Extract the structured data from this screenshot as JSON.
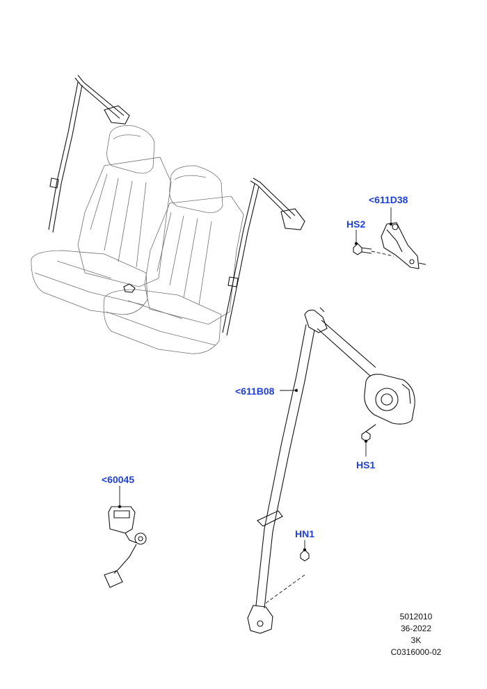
{
  "callouts": {
    "p611d38": "<611D38",
    "hs2": "HS2",
    "p611b08": "<611B08",
    "hs1": "HS1",
    "p60045": "<60045",
    "hn1": "HN1"
  },
  "meta": {
    "line1": "5012010",
    "line2": "36-2022",
    "line3": "3K",
    "line4": "C0316000-02"
  },
  "colors": {
    "callout": "#1f3fd6",
    "line_art": "#111111",
    "seat_outline": "#6e6e6e"
  }
}
